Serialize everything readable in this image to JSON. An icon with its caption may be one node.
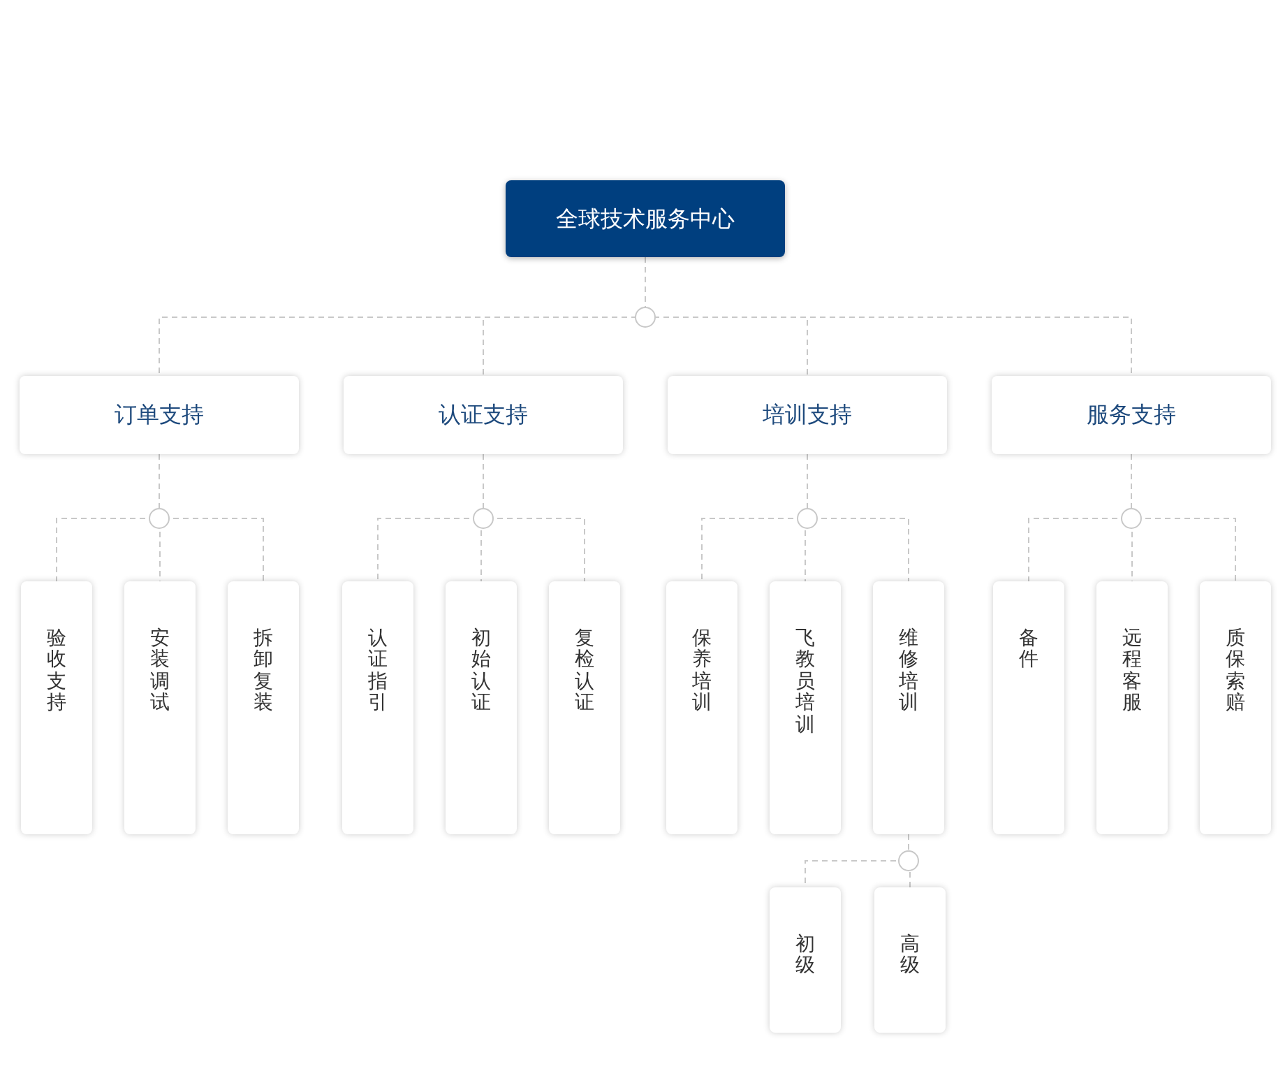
{
  "diagram": {
    "nodes": [
      {
        "text": [
          "全球技术服务中心"
        ]
      },
      {
        "text": [
          "订单支持"
        ]
      },
      {
        "text": [
          "认证支持"
        ]
      },
      {
        "text": [
          "培训支持"
        ]
      },
      {
        "text": [
          "服务支持"
        ]
      },
      {
        "text": [
          "验收支持"
        ]
      },
      {
        "text": [
          "安装调试"
        ]
      },
      {
        "text": [
          "拆卸复装"
        ]
      },
      {
        "text": [
          "认证指引"
        ]
      },
      {
        "text": [
          "初始认证"
        ]
      },
      {
        "text": [
          "复检认证"
        ]
      },
      {
        "text": [
          "保养培训"
        ]
      },
      {
        "text": [
          "飞教员培训"
        ]
      },
      {
        "text": [
          "维修培训"
        ]
      },
      {
        "text": [
          "备件"
        ]
      },
      {
        "text": [
          "远程客服"
        ]
      },
      {
        "text": [
          "质保索赔"
        ]
      },
      {
        "text": [
          "初级"
        ]
      },
      {
        "text": [
          "高级"
        ]
      }
    ],
    "edges": [
      {
        "from": 0,
        "to": 1,
        "arrow": "none",
        "style": "dashed"
      },
      {
        "from": 0,
        "to": 2,
        "arrow": "none",
        "style": "dashed"
      },
      {
        "from": 0,
        "to": 3,
        "arrow": "none",
        "style": "dashed"
      },
      {
        "from": 0,
        "to": 4,
        "arrow": "none",
        "style": "dashed"
      },
      {
        "from": 1,
        "to": 5,
        "arrow": "none",
        "style": "dashed"
      },
      {
        "from": 1,
        "to": 6,
        "arrow": "none",
        "style": "dashed"
      },
      {
        "from": 1,
        "to": 7,
        "arrow": "none",
        "style": "dashed"
      },
      {
        "from": 2,
        "to": 8,
        "arrow": "none",
        "style": "dashed"
      },
      {
        "from": 2,
        "to": 9,
        "arrow": "none",
        "style": "dashed"
      },
      {
        "from": 2,
        "to": 10,
        "arrow": "none",
        "style": "dashed"
      },
      {
        "from": 3,
        "to": 11,
        "arrow": "none",
        "style": "dashed"
      },
      {
        "from": 3,
        "to": 12,
        "arrow": "none",
        "style": "dashed"
      },
      {
        "from": 3,
        "to": 13,
        "arrow": "none",
        "style": "dashed"
      },
      {
        "from": 4,
        "to": 14,
        "arrow": "none",
        "style": "dashed"
      },
      {
        "from": 4,
        "to": 15,
        "arrow": "none",
        "style": "dashed"
      },
      {
        "from": 4,
        "to": 16,
        "arrow": "none",
        "style": "dashed"
      },
      {
        "from": 13,
        "to": 17,
        "arrow": "none",
        "style": "dashed"
      },
      {
        "from": 13,
        "to": 18,
        "arrow": "none",
        "style": "dashed"
      }
    ]
  }
}
